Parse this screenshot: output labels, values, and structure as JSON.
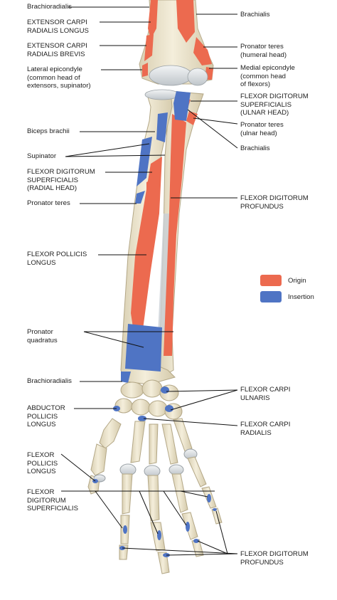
{
  "labels": {
    "brachioradialis_top": "Brachioradialis",
    "ecrl": "EXTENSOR CARPI\nRADIALIS LONGUS",
    "ecrb": "EXTENSOR CARPI\nRADIALIS BREVIS",
    "lateral_epicondyle": "Lateral epicondyle\n(common head of\nextensors, supinator)",
    "biceps": "Biceps brachii",
    "supinator": "Supinator",
    "fds_radial": "FLEXOR DIGITORUM\nSUPERFICIALIS\n(RADIAL HEAD)",
    "pronator_teres_left": "Pronator teres",
    "fpl_forearm": "FLEXOR POLLICIS\nLONGUS",
    "pronator_quadratus": "Pronator\nquadratus",
    "brachioradialis_bottom": "Brachioradialis",
    "apl": "ABDUCTOR\nPOLLICIS\nLONGUS",
    "fpl_hand": "FLEXOR\nPOLLICIS\nLONGUS",
    "fds_hand": "FLEXOR\nDIGITORUM\nSUPERFICIALIS",
    "brachialis_top": "Brachialis",
    "pt_humeral": "Pronator teres\n(humeral head)",
    "medial_epicondyle": "Medial epicondyle\n(common head\nof flexors)",
    "fds_ulnar": "FLEXOR DIGITORUM\nSUPERFICIALIS\n(ULNAR HEAD)",
    "pt_ulnar": "Pronator teres\n(ulnar head)",
    "brachialis_right": "Brachialis",
    "fdp_forearm": "FLEXOR DIGITORUM\nPROFUNDUS",
    "fcu": "FLEXOR CARPI\nULNARIS",
    "fcr": "FLEXOR CARPI\nRADIALIS",
    "fdp_hand": "FLEXOR DIGITORUM\nPROFUNDUS"
  },
  "legend": {
    "origin_label": "Origin",
    "insertion_label": "Insertion",
    "origin_color": "#ec6a4f",
    "insertion_color": "#4f74c4"
  },
  "colors": {
    "bone": "#efe8d2",
    "bone_shadow": "#d7cdb0",
    "cartilage": "#d9dde0",
    "origin": "#ec6a4f",
    "insertion": "#4f74c4"
  }
}
